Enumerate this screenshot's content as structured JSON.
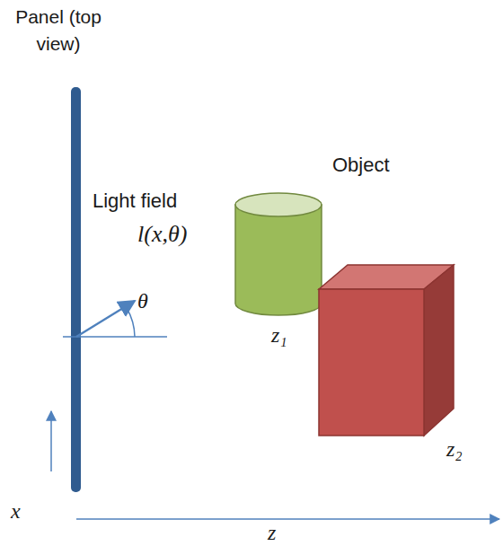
{
  "diagram": {
    "labels": [
      "Panel (top view)",
      "Light field",
      "l(x,θ)",
      "θ",
      "Object",
      "z₁",
      "z₂",
      "x",
      "z"
    ]
  }
}
